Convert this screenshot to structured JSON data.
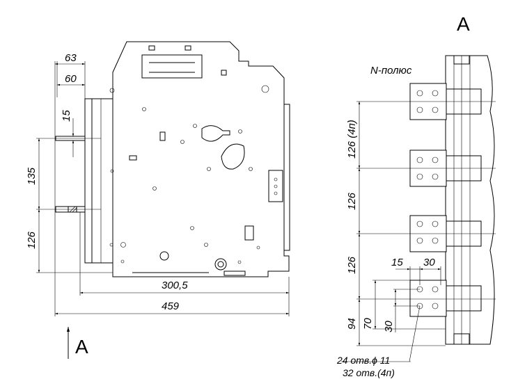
{
  "view_label": "A",
  "arrow_label": "A",
  "pole_label": "N-полюс",
  "left_view": {
    "dims": {
      "d63": "63",
      "d60": "60",
      "d15": "15",
      "d135": "135",
      "d126": "126",
      "d300": "300,5",
      "d459": "459"
    }
  },
  "right_view": {
    "dims": {
      "d126_4p": "126 (4п)",
      "d126_a": "126",
      "d126_b": "126",
      "d15": "15",
      "d30_top": "30",
      "d94": "94",
      "d70": "70",
      "d30_side": "30"
    },
    "notes": {
      "holes_24": "24 отв.ϕ 11",
      "holes_32": "32 отв.(4п)"
    }
  }
}
